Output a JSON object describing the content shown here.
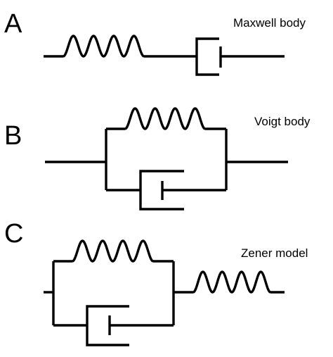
{
  "figure": {
    "stroke_color": "#000000",
    "background": "#ffffff",
    "panels": [
      {
        "letter": "A",
        "caption": "Maxwell body",
        "elements": [
          "spring",
          "dashpot"
        ],
        "arrangement": "series"
      },
      {
        "letter": "B",
        "caption": "Voigt body",
        "elements": [
          "spring",
          "dashpot"
        ],
        "arrangement": "parallel"
      },
      {
        "letter": "C",
        "caption": "Zener model",
        "elements": [
          "spring",
          "dashpot",
          "spring"
        ],
        "arrangement": "parallel spring+dashpot in series with spring"
      }
    ]
  }
}
